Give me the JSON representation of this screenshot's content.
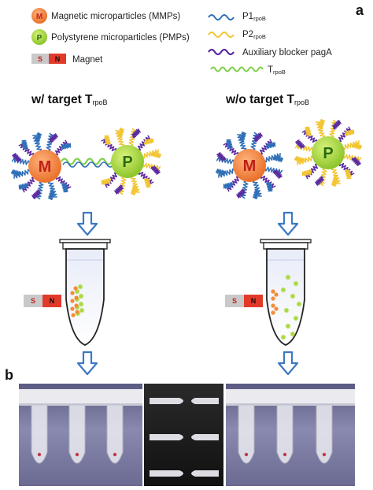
{
  "panel_a_label": "a",
  "panel_b_label": "b",
  "legend": {
    "mmp_symbol": "M",
    "mmp_label": "Magnetic microparticles (MMPs)",
    "pmp_symbol": "P",
    "pmp_label": "Polystyrene microparticles (PMPs)",
    "magnet_s": "S",
    "magnet_n": "N",
    "magnet_label": "Magnet",
    "p1_main": "P1",
    "p1_sub": "rpoB",
    "p2_main": "P2",
    "p2_sub": "rpoB",
    "blocker_label": "Auxiliary blocker pagA",
    "target_main": "T",
    "target_sub": "rpoB"
  },
  "left": {
    "header_main": "w/ target T",
    "header_sub": "rpoB",
    "ball_m": "M",
    "ball_p": "P",
    "magnet_s": "S",
    "magnet_n": "N"
  },
  "right": {
    "header_main": "w/o target T",
    "header_sub": "rpoB",
    "ball_m": "M",
    "ball_p": "P",
    "magnet_s": "S",
    "magnet_n": "N"
  },
  "colors": {
    "mmp": "#f28b3a",
    "pmp": "#a8d83a",
    "p1": "#2e6fb8",
    "p2": "#f2c531",
    "blocker": "#5b2aa0",
    "target": "#7fd04a",
    "arrow": "#3b78c4",
    "magnet_s": "#c9c9c9",
    "magnet_n": "#e23a2a"
  }
}
